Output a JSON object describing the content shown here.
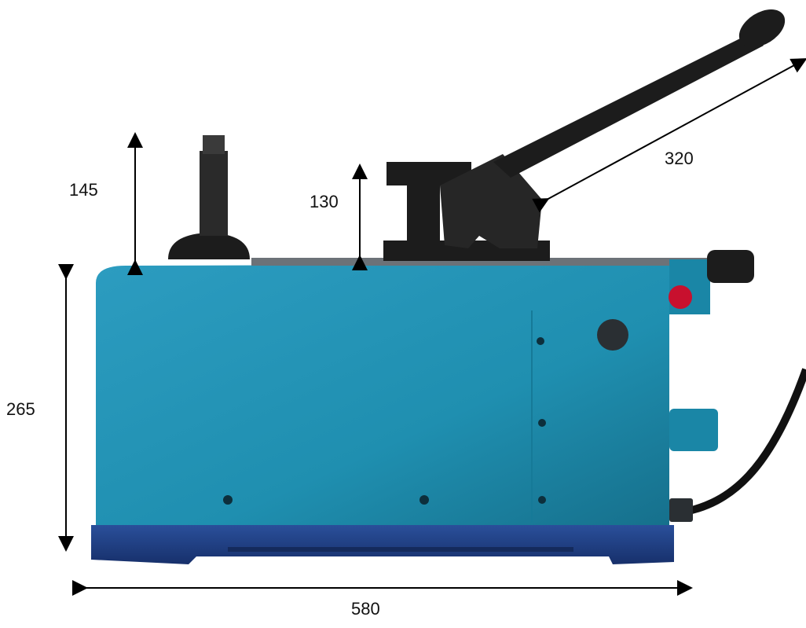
{
  "dimensions": {
    "handle_height": "145",
    "clamp_height": "130",
    "lever_length": "320",
    "body_height": "265",
    "body_length": "580"
  },
  "colors": {
    "body": "#1f8fb0",
    "body_dark": "#146f8c",
    "base": "#1f3f86",
    "black_parts": "#1c1c1c",
    "red_button": "#c8102e",
    "arrow": "#000000"
  }
}
